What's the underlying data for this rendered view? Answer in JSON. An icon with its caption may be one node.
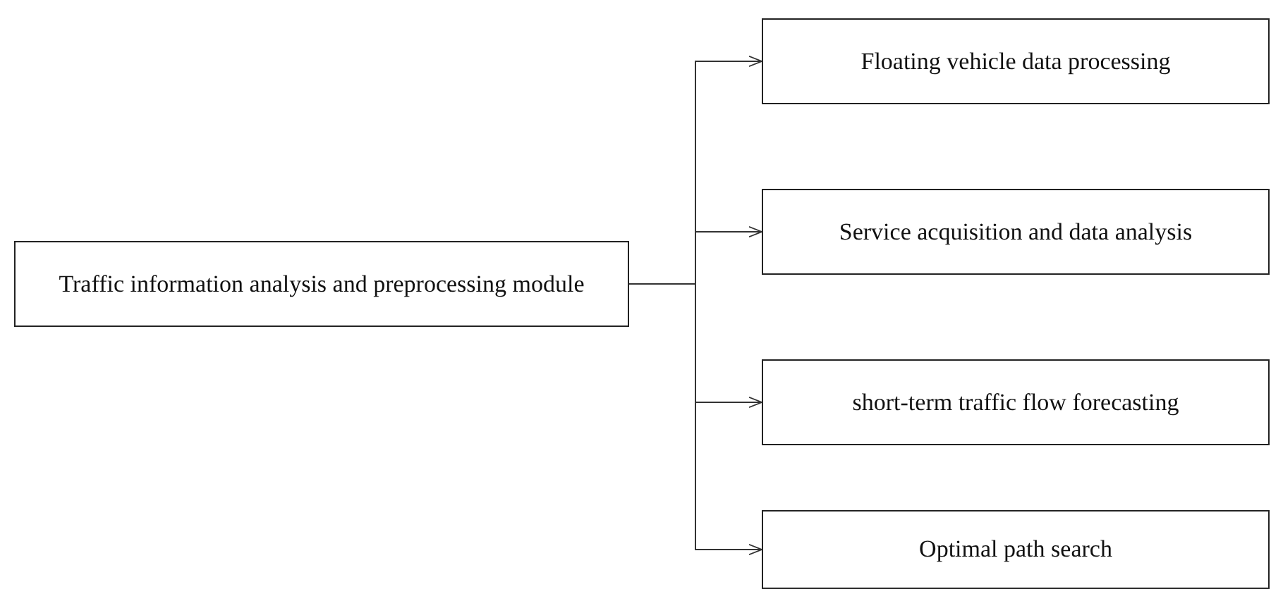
{
  "diagram": {
    "nodes": [
      {
        "text": [
          "Traffic information analysis and preprocessing module"
        ]
      },
      {
        "text": [
          "Floating vehicle data processing"
        ]
      },
      {
        "text": [
          "Service acquisition and data analysis"
        ]
      },
      {
        "text": [
          "short-term traffic flow forecasting"
        ]
      },
      {
        "text": [
          "Optimal path search"
        ]
      }
    ],
    "edges": [
      {
        "from": 0,
        "to": 1,
        "arrow": "to"
      },
      {
        "from": 0,
        "to": 2,
        "arrow": "to"
      },
      {
        "from": 0,
        "to": 3,
        "arrow": "to"
      },
      {
        "from": 0,
        "to": 4,
        "arrow": "to"
      }
    ]
  }
}
